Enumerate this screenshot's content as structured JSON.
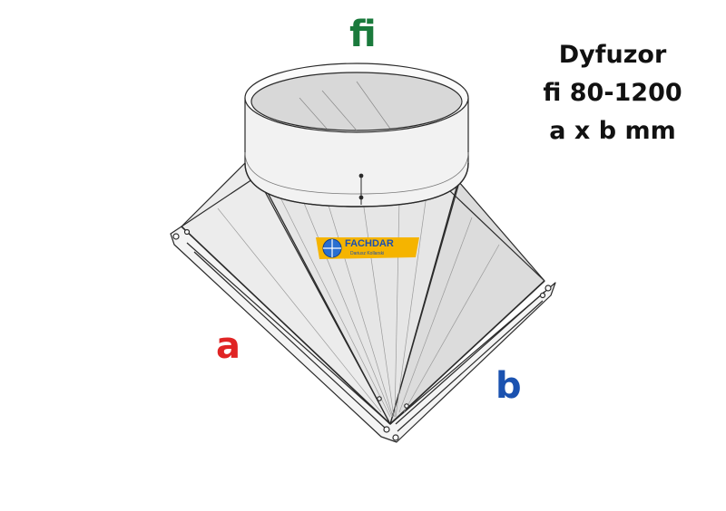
{
  "labels": {
    "fi": "fi",
    "a": "a",
    "b": "b"
  },
  "title": {
    "line1": "Dyfuzor",
    "line2": "fi 80-1200",
    "line3": "a x b mm"
  },
  "logo": {
    "brand": "FACHDAR",
    "tagline": "Dariusz Kollarski"
  },
  "colors": {
    "fi": "#1a7a3c",
    "a": "#e02424",
    "b": "#1a52b0",
    "title": "#111111",
    "logo_bg": "#f5b400",
    "logo_brand": "#1a4fb0",
    "line": "#2a2a2a"
  }
}
